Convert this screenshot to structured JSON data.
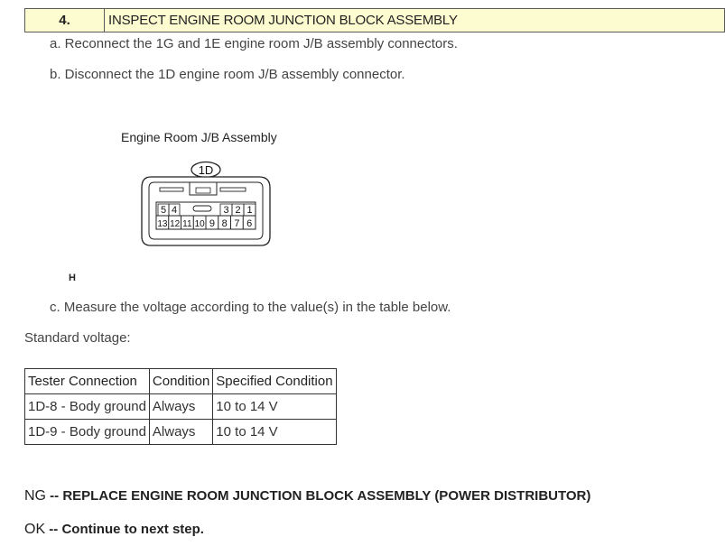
{
  "step": {
    "number": "4.",
    "title": "INSPECT ENGINE ROOM JUNCTION BLOCK ASSEMBLY"
  },
  "instructions": {
    "a": "a. Reconnect the 1G and 1E engine room J/B assembly connectors.",
    "b": "b. Disconnect the 1D engine room J/B assembly connector.",
    "c": "c. Measure the voltage according to the value(s) in the table below."
  },
  "figure": {
    "title": "Engine Room J/B Assembly",
    "connector_label": "1D",
    "top_row_left": [
      "5",
      "4"
    ],
    "top_row_right": [
      "3",
      "2",
      "1"
    ],
    "bottom_row": [
      "13",
      "12",
      "11",
      "10",
      "9",
      "8",
      "7",
      "6"
    ],
    "code": "H"
  },
  "standard_label": "Standard voltage:",
  "table": {
    "headers": [
      "Tester Connection",
      "Condition",
      "Specified Condition"
    ],
    "rows": [
      [
        "1D-8 - Body ground",
        "Always",
        "10 to 14 V"
      ],
      [
        "1D-9 - Body ground",
        "Always",
        "10 to 14 V"
      ]
    ]
  },
  "results": {
    "ng_code": "NG",
    "ng_text": "-- REPLACE ENGINE ROOM JUNCTION BLOCK ASSEMBLY (POWER DISTRIBUTOR)",
    "ok_code": "OK",
    "ok_text": "-- Continue to next step."
  }
}
